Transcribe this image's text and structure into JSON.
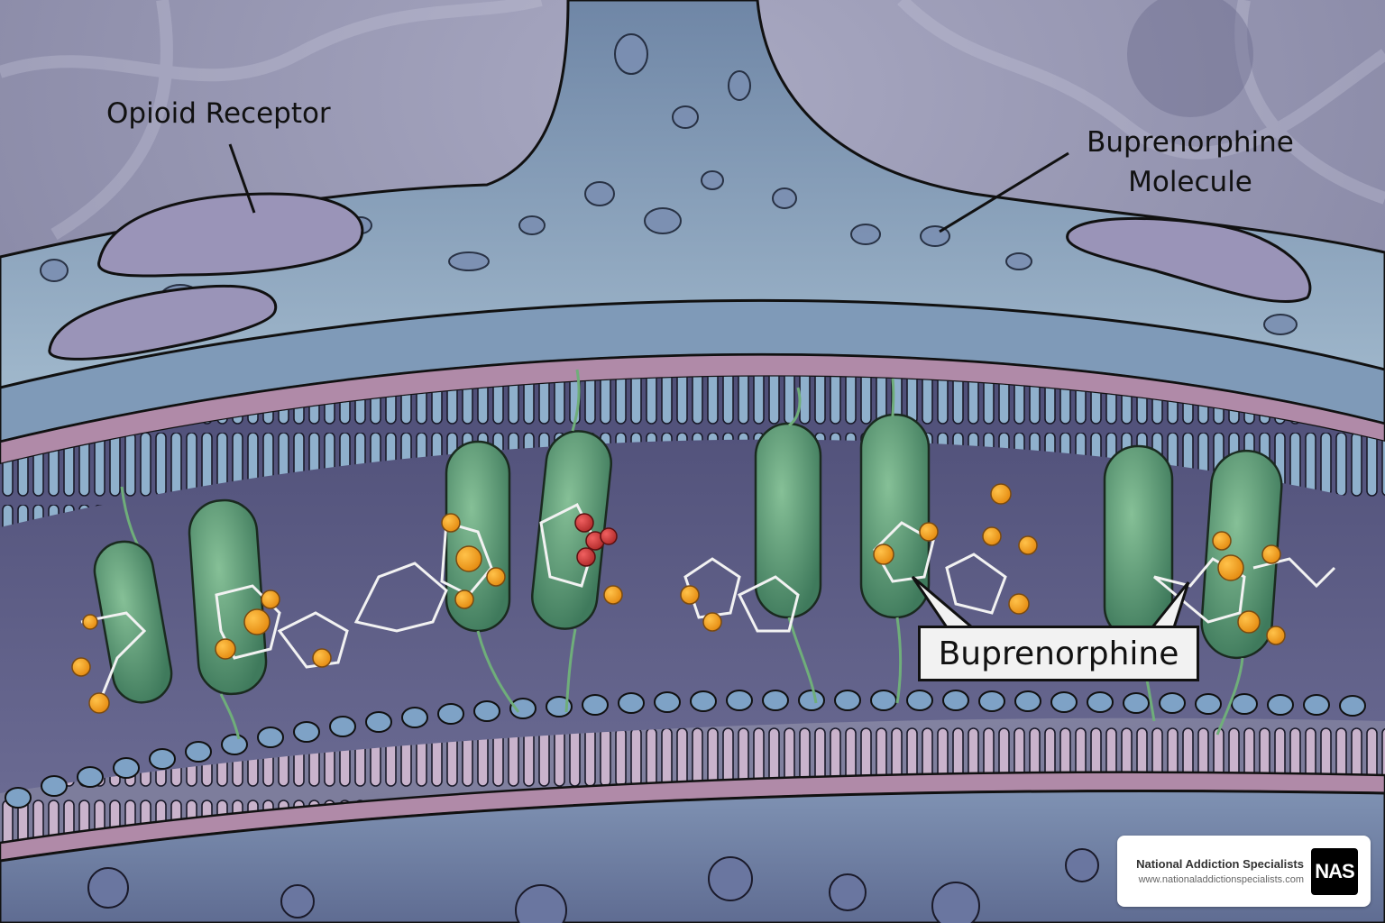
{
  "labels": {
    "opioid_receptor": "Opioid Receptor",
    "buprenorphine_molecule_line1": "Buprenorphine",
    "buprenorphine_molecule_line2": "Molecule",
    "callout": "Buprenorphine"
  },
  "brand": {
    "name": "National Addiction Specialists",
    "url": "www.nationaladdictionspecialists.com",
    "logo_text": "NAS"
  },
  "colors": {
    "background": "#8e8ea8",
    "cytoplasm_top": "#8fa6c0",
    "membrane_pink": "#b08aa8",
    "phospholipid_blue": "#8fb0cc",
    "interior": "#5d5d86",
    "receptor_green": "#5f9a78",
    "molecule_orange": "#f0a020",
    "molecule_red": "#c83a3a",
    "lower_cell": "#6f7fa3"
  }
}
